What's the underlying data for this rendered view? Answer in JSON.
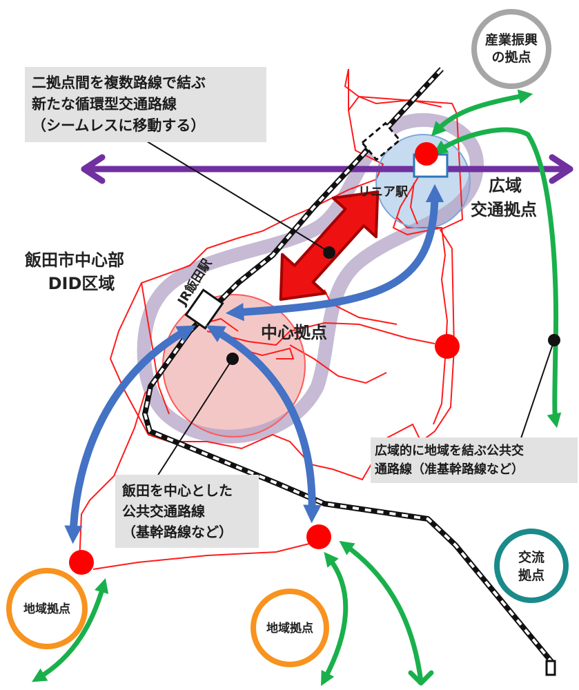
{
  "labels": {
    "industry_hub": [
      "産業振興",
      "の拠点"
    ],
    "callout_loop": [
      "二拠点間を複数路線で結ぶ",
      "新たな循環型交通路線",
      "（シームレスに移動する）"
    ],
    "linear_station": "リニア駅",
    "wide_area_hub": [
      "広域",
      "交通拠点"
    ],
    "iida_center": [
      "飯田市中心部",
      "DID区域"
    ],
    "jr_iida_station": "JR飯田駅",
    "central_hub": "中心拠点",
    "callout_wide_routes": [
      "広域的に地域を結ぶ公共交",
      "通路線（准基幹路線など）"
    ],
    "callout_trunk_routes": [
      "飯田を中心とした",
      "公共交通路線",
      "（基幹路線など）"
    ],
    "regional_hub_left": "地域拠点",
    "regional_hub_mid": "地域拠点",
    "exchange_hub": [
      "交流",
      "拠点"
    ]
  },
  "colors": {
    "boundary": "#ff1a1a",
    "wide_transport": "#7030a0",
    "trunk_route": "#4472c4",
    "regional_route": "#19b04b",
    "loop_arrow": "#e8101a",
    "hub_node": "#ff0000",
    "regional_hub_ring": "#f7931e",
    "industry_hub_ring": "#a6a6a6",
    "exchange_hub_ring": "#1a8a8a",
    "callout_bg": "#e2e2e2",
    "halo": "#b3a3c6",
    "central_fill": "#f4c7c7",
    "linear_fill": "#c6dbef"
  },
  "icons": [
    "railway-line",
    "double-headed-arrow",
    "hub-node"
  ]
}
